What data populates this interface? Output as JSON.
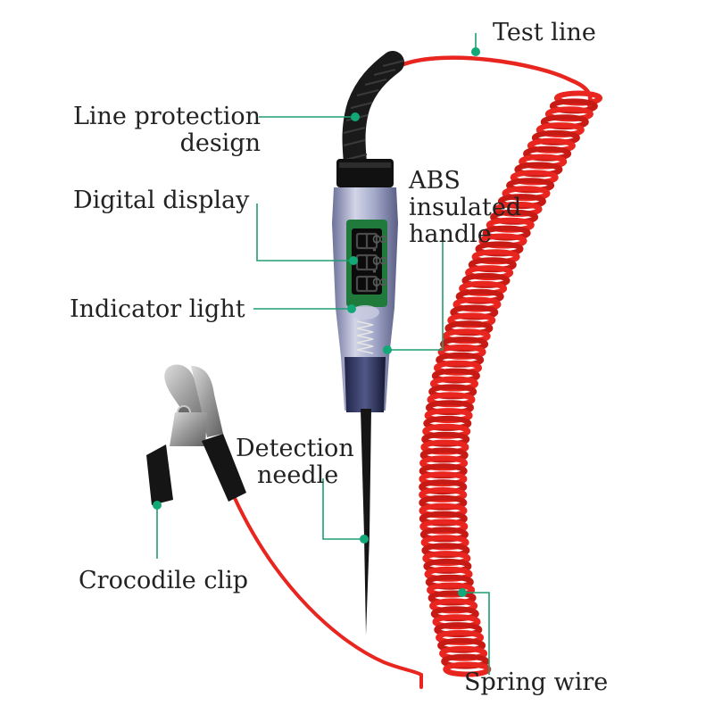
{
  "labels": {
    "test_line": "Test line",
    "line_protection_1": "Line protection",
    "line_protection_2": "design",
    "digital_display": "Digital display",
    "abs_1": "ABS",
    "abs_2": "insulated",
    "abs_3": "handle",
    "indicator_light": "Indicator light",
    "detection_1": "Detection",
    "detection_2": "needle",
    "crocodile_clip": "Crocodile clip",
    "spring_wire": "Spring wire"
  },
  "display_digits": "8.8.8",
  "colors": {
    "leader": "#1e9e72",
    "dot": "#12a877",
    "wire": "#e8251f",
    "wire_dark": "#a9140f",
    "handle": "#8f94b8",
    "needle": "#151515",
    "display_pcb": "#1f7a3c",
    "clip_metal": "#a7a7a7",
    "clip_sleeve": "#151515"
  }
}
